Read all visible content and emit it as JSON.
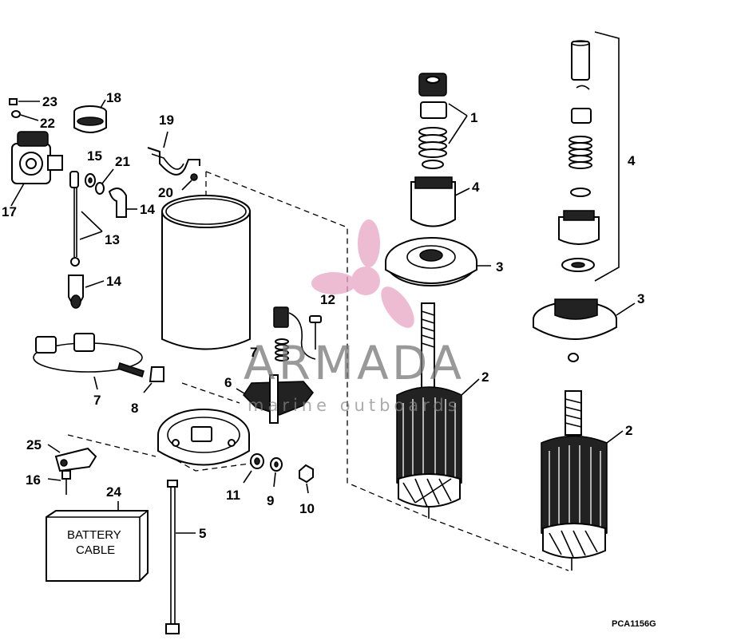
{
  "callouts": {
    "c1": "1",
    "c2a": "2",
    "c2b": "2",
    "c3a": "3",
    "c3b": "3",
    "c4a": "4",
    "c4b": "4",
    "c5": "5",
    "c6": "6",
    "c7a": "7",
    "c7b": "7",
    "c8": "8",
    "c9": "9",
    "c10": "10",
    "c11": "11",
    "c12": "12",
    "c13": "13",
    "c14a": "14",
    "c14b": "14",
    "c15": "15",
    "c16": "16",
    "c17": "17",
    "c18": "18",
    "c19": "19",
    "c20": "20",
    "c21": "21",
    "c22": "22",
    "c23": "23",
    "c24": "24",
    "c25": "25"
  },
  "battery_label": {
    "line1": "BATTERY",
    "line2": "CABLE"
  },
  "reference_code": "PCA1156G",
  "watermark": {
    "title": "ARMADA",
    "subtitle": "marine outboards",
    "accent_color": "#e8a6c4"
  },
  "colors": {
    "ink": "#000000",
    "paper": "#ffffff",
    "watermark_gray": "#777777"
  }
}
